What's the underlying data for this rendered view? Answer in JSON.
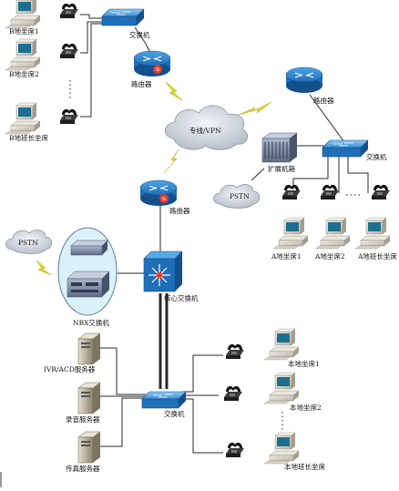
{
  "labels": {
    "b_seat1": "B地坐席1",
    "b_seat2": "B地坐席2",
    "b_leader": "B地班长坐席",
    "switch_top": "交换机",
    "router_top": "路由器",
    "router_right": "路由器",
    "vpn_cloud": "专线/VPN",
    "router_mid": "路由器",
    "ext_chassis": "扩展机箱",
    "switch_right": "交换机",
    "pstn_right": "PSTN",
    "a_seat1": "A地坐席1",
    "a_seat2": "A地坐席2",
    "a_leader": "A地班长坐席",
    "pstn_left": "PSTN",
    "core_switch": "核心交换机",
    "nbx": "NBX交换机",
    "ivr_server": "IVR/ACD服务器",
    "rec_server": "录音服务器",
    "fax_server": "传真服务器",
    "switch_bottom": "交换机",
    "local_seat1": "本地坐席1",
    "local_seat2": "本地坐席2",
    "local_leader": "本地班长坐席"
  },
  "colors": {
    "device_blue": "#1f6fb8",
    "device_light": "#5aa8e6",
    "router_red": "#e23a2a",
    "cloud": "#d8dde4",
    "oval": "#dbf1f8",
    "lightning": "#e8dc16",
    "line": "#2a2a2a"
  }
}
